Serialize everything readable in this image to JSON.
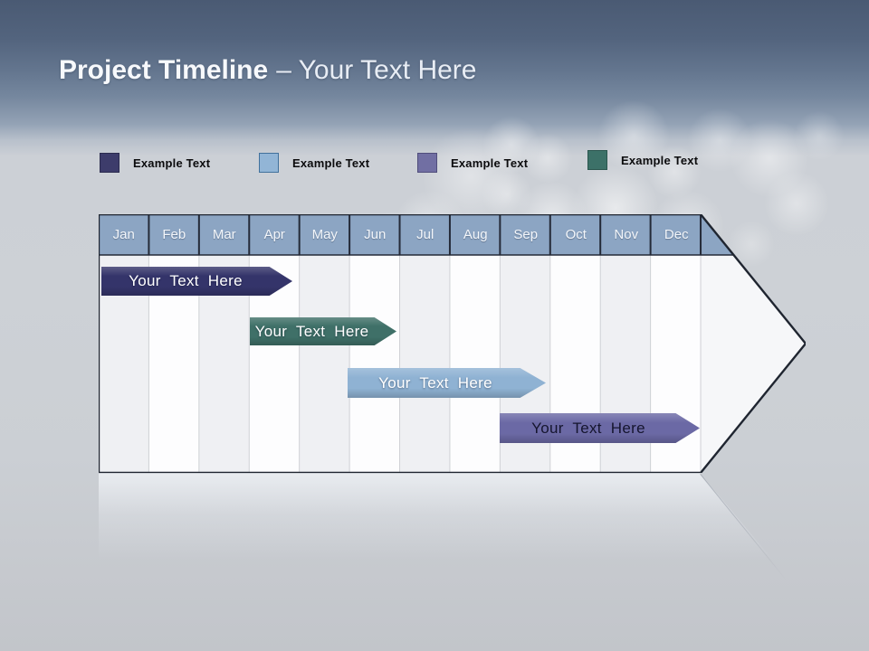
{
  "title": {
    "bold": "Project Timeline",
    "regular": "– Your Text Here"
  },
  "legend": {
    "items": [
      {
        "label": "Example Text",
        "color": "#3d3c6b",
        "border_color": "#2b2b4f"
      },
      {
        "label": "Example Text",
        "color": "#92b5d6",
        "border_color": "#41719c"
      },
      {
        "label": "Example Text",
        "color": "#716fa3",
        "border_color": "#504e7c"
      },
      {
        "label": "Example Text",
        "color": "#3c7168",
        "border_color": "#2a564e"
      }
    ]
  },
  "timeline": {
    "months": [
      "Jan",
      "Feb",
      "Mar",
      "Apr",
      "May",
      "Jun",
      "Jul",
      "Aug",
      "Sep",
      "Oct",
      "Nov",
      "Dec"
    ],
    "header_color": "#8ca5c3",
    "bars": [
      {
        "label": "Your Text Here",
        "color": "#34346a",
        "text_color": "#ffffff",
        "start_month": "Jan",
        "end_month": "Apr"
      },
      {
        "label": "Your Text Here",
        "color": "#3f7068",
        "text_color": "#ffffff",
        "start_month": "Apr",
        "end_month": "Jun"
      },
      {
        "label": "Your Text Here",
        "color": "#8fb2d3",
        "text_color": "#ffffff",
        "start_month": "Jun",
        "end_month": "Sep"
      },
      {
        "label": "Your Text Here",
        "color": "#6b69a5",
        "text_color": "#15152e",
        "start_month": "Sep",
        "end_month": "Dec"
      }
    ]
  },
  "chart_data": {
    "type": "gantt",
    "title": "Project Timeline – Your Text Here",
    "categories": [
      "Jan",
      "Feb",
      "Mar",
      "Apr",
      "May",
      "Jun",
      "Jul",
      "Aug",
      "Sep",
      "Oct",
      "Nov",
      "Dec"
    ],
    "tasks": [
      {
        "label": "Your Text Here",
        "start_index": 0.0,
        "end_index": 3.9
      },
      {
        "label": "Your Text Here",
        "start_index": 3.0,
        "end_index": 5.9
      },
      {
        "label": "Your Text Here",
        "start_index": 5.0,
        "end_index": 8.9
      },
      {
        "label": "Your Text Here",
        "start_index": 8.0,
        "end_index": 12.0
      }
    ],
    "legend_position": "top",
    "grid": "vertical-stripes"
  }
}
